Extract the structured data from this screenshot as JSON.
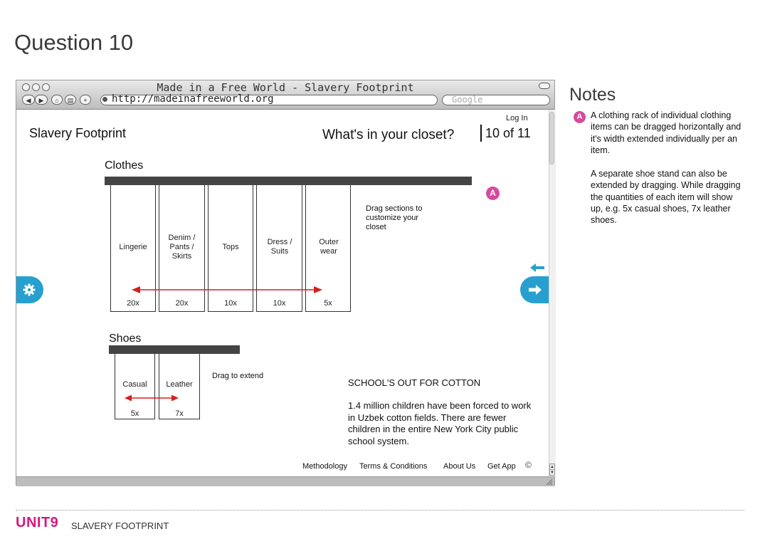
{
  "page": {
    "title": "Question 10"
  },
  "browser": {
    "window_title": "Made in a Free World - Slavery Footprint",
    "url": "http://madeinafreeworld.org",
    "search_placeholder": "Google"
  },
  "site": {
    "logo": "Slavery Footprint",
    "login": "Log In",
    "question": "What's in your closet?",
    "progress": "10 of 11"
  },
  "clothes": {
    "heading": "Clothes",
    "items": [
      {
        "label": "Lingerie",
        "qty": "20x"
      },
      {
        "label": "Denim / Pants / Skirts",
        "qty": "20x"
      },
      {
        "label": "Tops",
        "qty": "10x"
      },
      {
        "label": "Dress / Suits",
        "qty": "10x"
      },
      {
        "label": "Outer wear",
        "qty": "5x"
      }
    ],
    "hint": "Drag sections to customize your closet"
  },
  "shoes": {
    "heading": "Shoes",
    "items": [
      {
        "label": "Casual",
        "qty": "5x"
      },
      {
        "label": "Leather",
        "qty": "7x"
      }
    ],
    "hint": "Drag to extend"
  },
  "fact": {
    "heading": "SCHOOL'S OUT FOR COTTON",
    "body": "1.4 million children have been forced to work in Uzbek cotton fields. There are fewer children in the entire New York City public school system."
  },
  "footer": {
    "links": [
      "Methodology",
      "Terms & Conditions",
      "About Us",
      "Get App"
    ],
    "copyright": "©"
  },
  "annotation_marker": "A",
  "notes": {
    "title": "Notes",
    "badge": "A",
    "paragraph1": "A clothing rack of individual clothing items can be dragged horizontally and it's width extended individually per an item.",
    "paragraph2": "A separate shoe stand can also be extended by dragging. While dragging the quantities of each item will show up, e.g. 5x casual shoes, 7x leather shoes."
  },
  "brand": {
    "logo": "UNIT9",
    "subtitle": "SLAVERY FOOTPRINT"
  },
  "colors": {
    "accent_blue": "#27a0cf",
    "marker_pink": "#d64a9e",
    "arrow_red": "#d4201f",
    "brand_pink": "#d6197e"
  },
  "icons": {
    "settings": "gear-icon",
    "next": "arrow-right-icon",
    "back": "arrow-left-icon"
  }
}
